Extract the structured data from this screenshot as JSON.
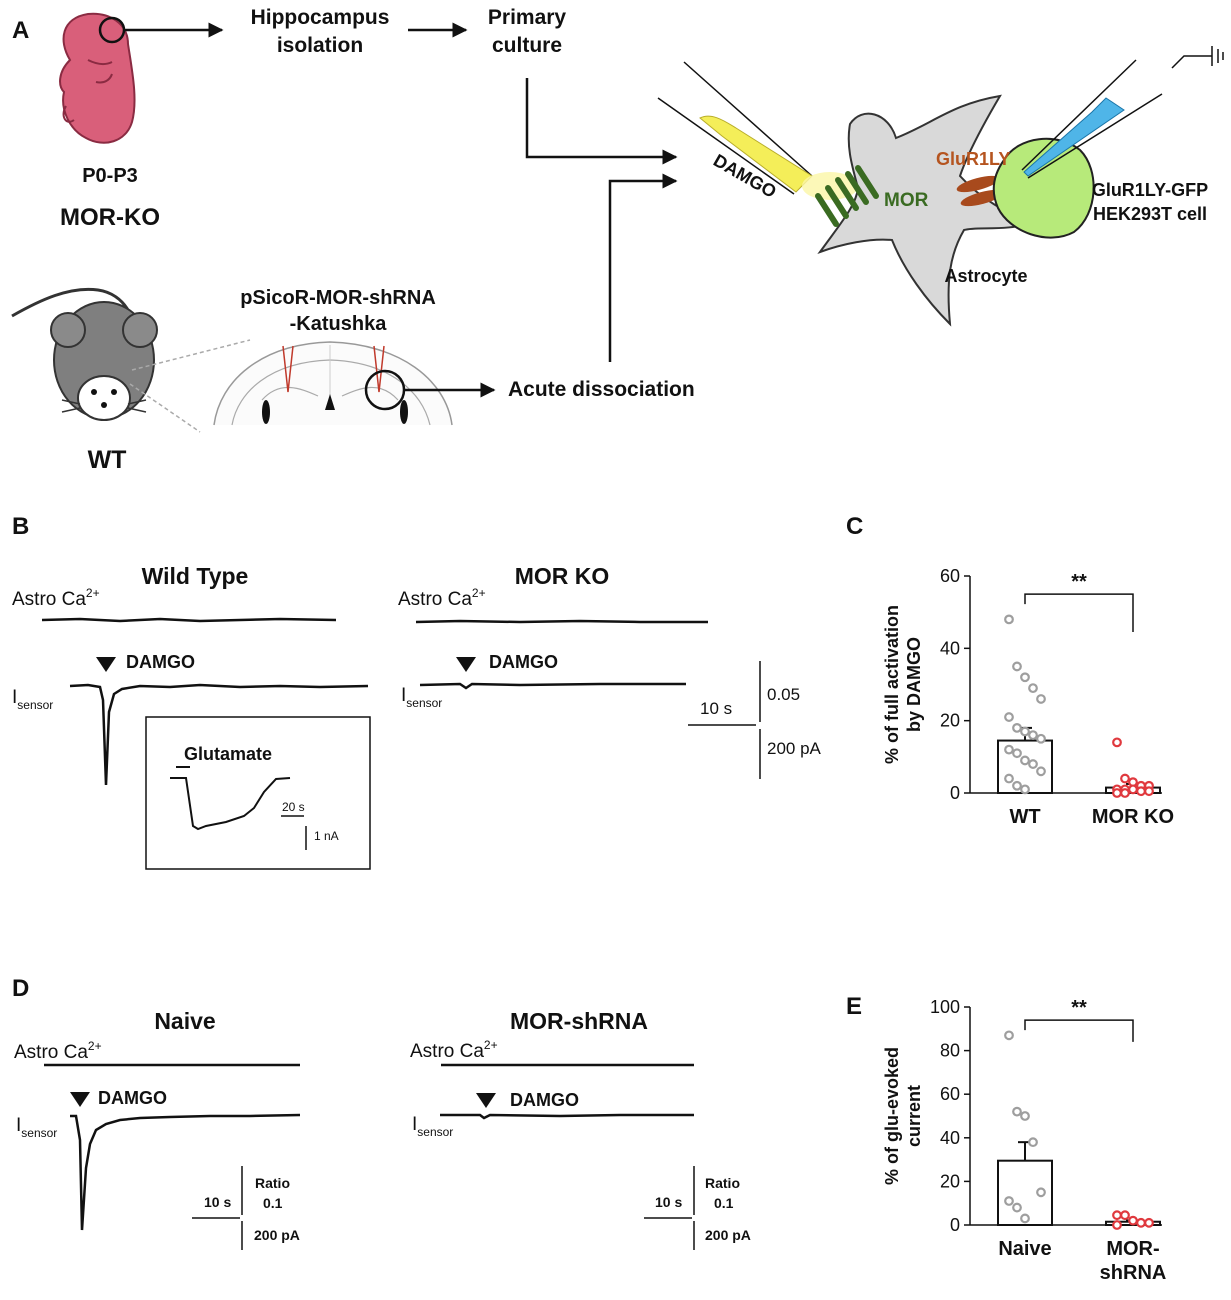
{
  "panel_a": {
    "letter": "A",
    "step_hippocampus_1": "Hippocampus",
    "step_hippocampus_2": "isolation",
    "step_primary_1": "Primary",
    "step_primary_2": "culture",
    "pup_age": "P0-P3",
    "pup_label": "MOR-KO",
    "mouse_label": "WT",
    "virus_label_1": "pSicoR-MOR-shRNA",
    "virus_label_2": "-Katushka",
    "acute_dissociation": "Acute dissociation",
    "damgo_pipette": "DAMGO",
    "mor_label": "MOR",
    "glur_label": "GluR1LY",
    "sensor_cell_1": "GluR1LY-GFP",
    "sensor_cell_2": "HEK293T cell",
    "astrocyte_label": "Astrocyte"
  },
  "panel_b": {
    "letter": "B",
    "wt_title": "Wild Type",
    "ko_title": "MOR KO",
    "astro_ca_main": "Astro Ca",
    "astro_ca_sup": "2+",
    "isensor_main": "I",
    "isensor_sub": "sensor",
    "damgo": "DAMGO",
    "inset_glutamate": "Glutamate",
    "inset_time_bar": "20 s",
    "inset_current_bar": "1 nA",
    "scale_time": "10 s",
    "scale_ratio": "0.05",
    "scale_current": "200 pA"
  },
  "panel_d": {
    "letter": "D",
    "naive_title": "Naive",
    "shrna_title": "MOR-shRNA",
    "astro_ca_main": "Astro Ca",
    "astro_ca_sup": "2+",
    "isensor_main": "I",
    "isensor_sub": "sensor",
    "damgo": "DAMGO",
    "scale_time": "10 s",
    "scale_ratio_label": "Ratio",
    "scale_ratio": "0.1",
    "scale_current": "200 pA"
  },
  "chart_data": [
    {
      "panel": "C",
      "type": "bar",
      "ylabel_line1": "% of full activation",
      "ylabel_line2": "by DAMGO",
      "ylim": [
        0,
        60
      ],
      "yticks": [
        0,
        20,
        40,
        60
      ],
      "categories": [
        "WT",
        "MOR KO"
      ],
      "values": [
        14.5,
        1.5
      ],
      "errors": [
        3.5,
        1.0
      ],
      "significance": "**",
      "points": [
        [
          48,
          35,
          32,
          29,
          26,
          21,
          18,
          17,
          16,
          15,
          12,
          11,
          9,
          8,
          6,
          4,
          2,
          1
        ],
        [
          14,
          4,
          3,
          2,
          2,
          1,
          1,
          1,
          0.5,
          0.5,
          0,
          0
        ]
      ],
      "bar_colors": [
        "#ffffff",
        "#ffffff"
      ],
      "point_colors": [
        "#9e9e9e",
        "#e0393e"
      ]
    },
    {
      "panel": "E",
      "type": "bar",
      "ylabel_line1": "% of glu-evoked",
      "ylabel_line2": "current",
      "ylim": [
        0,
        100
      ],
      "yticks": [
        0,
        20,
        40,
        60,
        80,
        100
      ],
      "categories": [
        "Naive",
        "MOR-\nshRNA"
      ],
      "values": [
        29.5,
        1.5
      ],
      "errors": [
        8.5,
        0.6
      ],
      "significance": "**",
      "points": [
        [
          87,
          52,
          50,
          38,
          15,
          11,
          8,
          3
        ],
        [
          4.5,
          4.5,
          2,
          1,
          1,
          0
        ]
      ],
      "bar_colors": [
        "#ffffff",
        "#ffffff"
      ],
      "point_colors": [
        "#9e9e9e",
        "#e0393e"
      ]
    }
  ]
}
